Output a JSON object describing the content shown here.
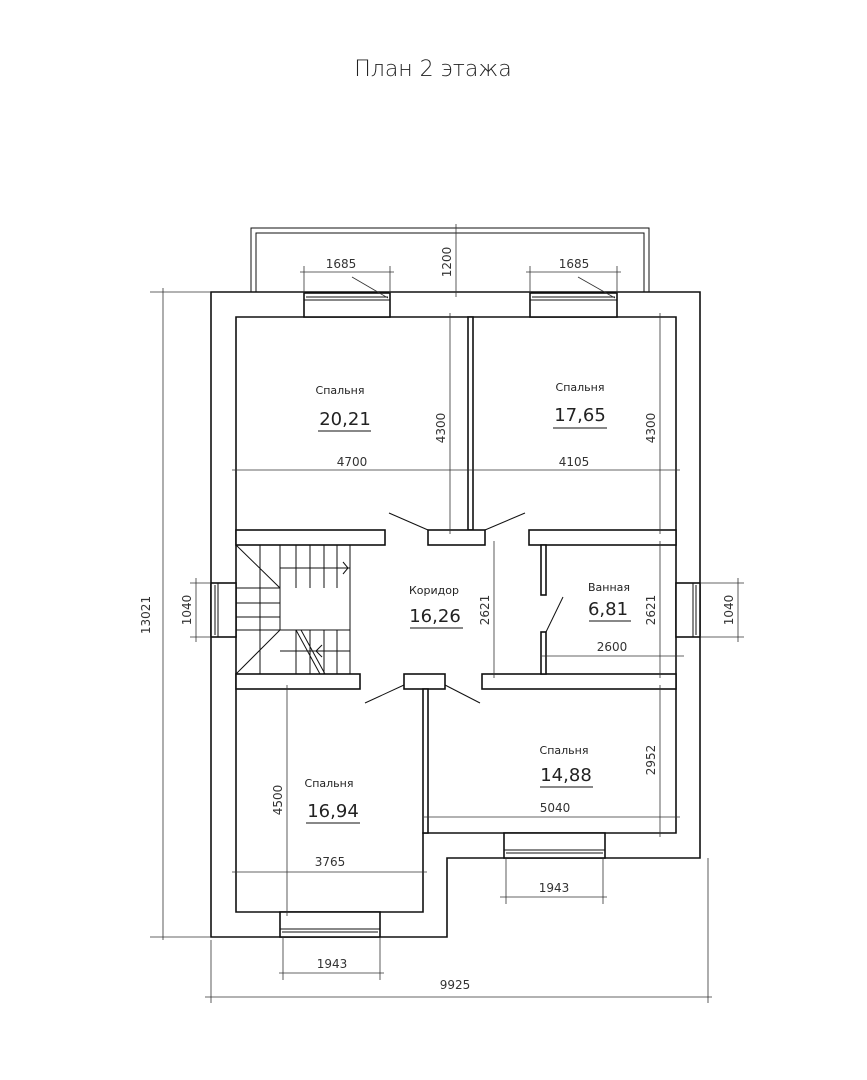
{
  "title": "План 2 этажа",
  "rooms": [
    {
      "name": "Спальня",
      "area": "20,21"
    },
    {
      "name": "Спальня",
      "area": "17,65"
    },
    {
      "name": "Коридор",
      "area": "16,26"
    },
    {
      "name": "Ванная",
      "area": "6,81"
    },
    {
      "name": "Спальня",
      "area": "14,88"
    },
    {
      "name": "Спальня",
      "area": "16,94"
    }
  ],
  "dimensions": {
    "total_height": "13021",
    "total_width": "9925",
    "window_left": "1040",
    "window_right": "1040",
    "window_top_left": "1685",
    "window_top_right": "1685",
    "balcony_depth": "1200",
    "bedroom1_height": "4300",
    "bedroom2_height": "4300",
    "bedroom1_width": "4700",
    "bedroom2_width": "4105",
    "corridor_height": "2621",
    "bath_height": "2621",
    "bath_width": "2600",
    "bedroom3_width": "5040",
    "bedroom3_height": "2952",
    "bedroom4_height": "4500",
    "bedroom4_width": "3765",
    "window_bottom_left": "1943",
    "window_bottom_right": "1943"
  }
}
